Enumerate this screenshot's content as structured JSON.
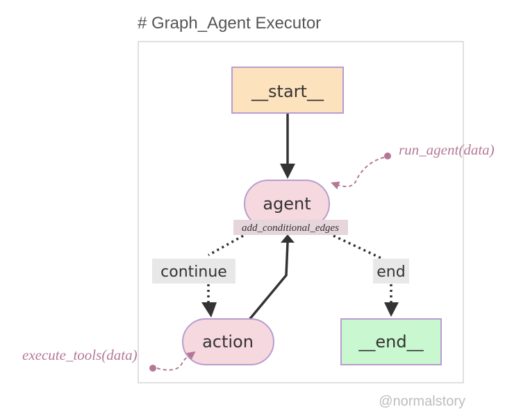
{
  "title": "# Graph_Agent Executor",
  "watermark": "@normalstory",
  "nodes": {
    "start": {
      "label": "__start__",
      "fill": "#fde3bd",
      "stroke": "#b99bd0"
    },
    "agent": {
      "label": "agent",
      "fill": "#f6d8df",
      "stroke": "#b99bd0"
    },
    "action": {
      "label": "action",
      "fill": "#f6d8df",
      "stroke": "#b99bd0"
    },
    "end": {
      "label": "__end__",
      "fill": "#c9f7cf",
      "stroke": "#b99bd0"
    }
  },
  "edge_labels": {
    "conditional": "add_conditional_edges",
    "continue": "continue",
    "end": "end"
  },
  "annotations": {
    "run_agent": "run_agent(data)",
    "execute_tools": "execute_tools(data)"
  },
  "colors": {
    "annotation": "#b47896",
    "edge": "#333333",
    "edge_label_bg": "#e8e8e8",
    "frame": "#d6d6d6",
    "title": "#555555",
    "watermark": "#bdbdbd"
  }
}
